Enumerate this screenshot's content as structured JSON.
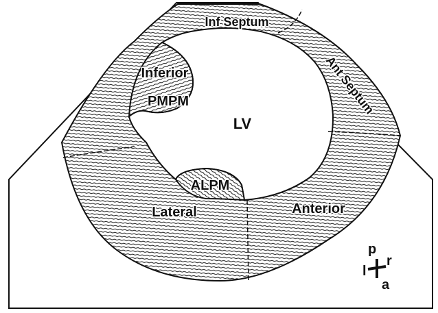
{
  "labels": {
    "inf_septum": "Inf Septum",
    "ant_septum": "Ant Septum",
    "inferior": "Inferior",
    "pmpm": "PMPM",
    "lv": "LV",
    "alpm": "ALPM",
    "lateral": "Lateral",
    "anterior": "Anterior"
  },
  "orientation": {
    "p": "p",
    "l": "l",
    "r": "r",
    "a": "a"
  },
  "colors": {
    "ink": "#111111",
    "paper": "#ffffff"
  }
}
